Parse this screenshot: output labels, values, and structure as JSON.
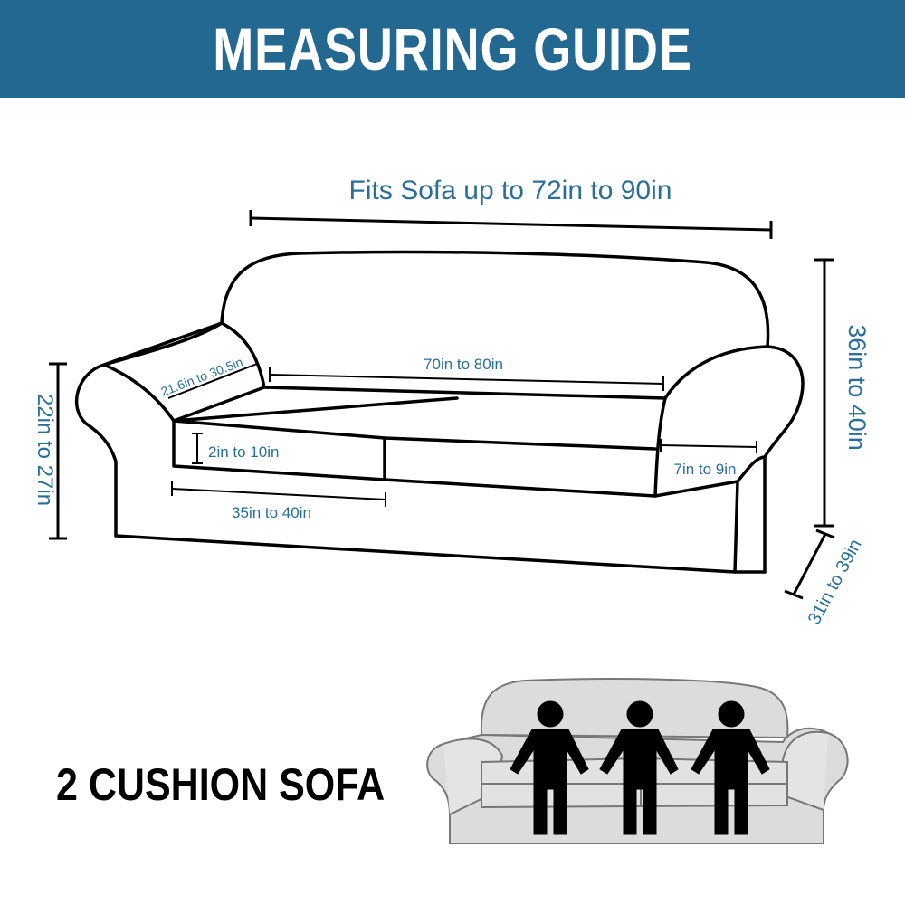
{
  "header": {
    "title": "MEASURING GUIDE"
  },
  "colors": {
    "banner": "#236891",
    "dimension_text": "#2a6f96",
    "outline": "#000000",
    "sofa_fill": "#dcdcdc"
  },
  "dimensions": {
    "overall_width": "Fits Sofa up to 72in to 90in",
    "back_width": "70in to 80in",
    "arm_depth": "21.6in to 30.5in",
    "arm_height": "22in to 27in",
    "cushion_thickness": "2in to 10in",
    "cushion_width": "35in to 40in",
    "arm_width": "7in to 9in",
    "total_height": "36in to 40in",
    "depth": "31in to 39in"
  },
  "caption": "2 CUSHION SOFA",
  "icons": [
    "sofa-outline-icon",
    "person-icon",
    "gray-sofa-icon"
  ]
}
